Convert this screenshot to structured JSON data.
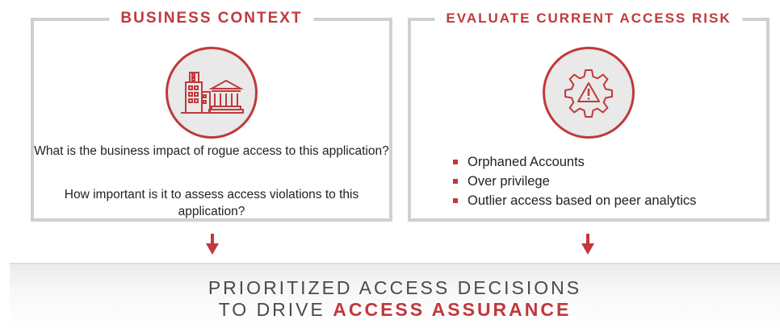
{
  "colors": {
    "accent": "#c0393b",
    "box_border": "#d0d0d0",
    "circle_fill": "#e9e9e9",
    "text": "#222222",
    "banner_text": "#4a4a4a"
  },
  "left_panel": {
    "title": "BUSINESS CONTEXT",
    "icon": "buildings-icon",
    "question_1": "What is the business impact of rogue access to this application?",
    "question_2": "How important is it to assess access violations to this application?"
  },
  "right_panel": {
    "title": "EVALUATE CURRENT ACCESS RISK",
    "icon": "warning-gear-icon",
    "bullets": [
      "Orphaned Accounts",
      "Over privilege",
      "Outlier access based on peer analytics"
    ]
  },
  "arrows": [
    "down-arrow-icon",
    "down-arrow-icon"
  ],
  "banner": {
    "line_1": "PRIORITIZED ACCESS DECISIONS",
    "line_2_prefix": "TO DRIVE ",
    "line_2_accent": "ACCESS ASSURANCE"
  }
}
